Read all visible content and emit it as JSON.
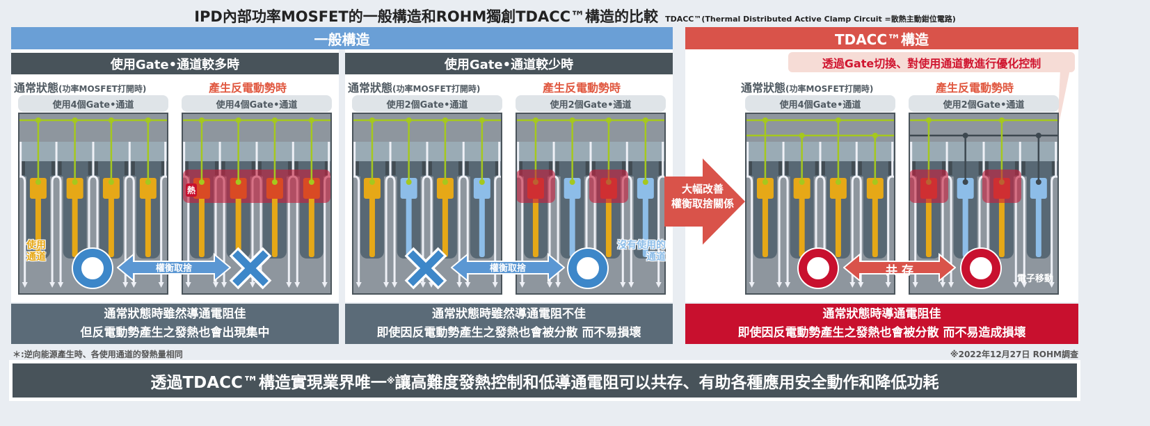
{
  "title": {
    "main": "IPD內部功率MOSFET的一般構造和ROHM獨創TDACC™構造的比較",
    "sub": "TDACC™(Thermal Distributed Active Clamp Circuit =散熱主動鉗位電路)"
  },
  "headers": {
    "general": "一般構造",
    "tdacc": "TDACC™構造"
  },
  "columns": [
    {
      "heading": "使用Gate•通道較多時",
      "result": [
        "通常狀態時雖然導通電阻佳",
        "但反電動勢產生之發熱也會出現集中"
      ],
      "tradeoff": "權衡取捨"
    },
    {
      "heading": "使用Gate•通道較少時",
      "result": [
        "通常狀態時雖然導通電阻不佳",
        "即使因反電動勢產生之發熱也會被分散 而不易損壞"
      ],
      "tradeoff": "權衡取捨"
    },
    {
      "callout": "透過Gate切換、對使用通道數進行優化控制",
      "result": [
        "通常狀態時導通電阻佳",
        "即使因反電動勢產生之發熱也會被分散  而不易造成損壞"
      ],
      "coexist": "共 存"
    }
  ],
  "labels": {
    "normal": "通常狀態",
    "normal_sub": "(功率MOSFET打開時)",
    "backemf": "產生反電動勢時",
    "heat": "熱",
    "used_channel": [
      "使用",
      "通道"
    ],
    "unused_channel": [
      "沒有使用的",
      "通道"
    ],
    "electron": "電子移動",
    "big_arrow": [
      "大幅改善",
      "權衡取捨關係"
    ]
  },
  "panels": [
    {
      "pill": "使用4個Gate•通道",
      "heat": "none",
      "gates": [
        "on",
        "on",
        "on",
        "on"
      ],
      "bus2": [],
      "result": "good"
    },
    {
      "pill": "使用4個Gate•通道",
      "heat": "all",
      "gates": [
        "heat",
        "heat",
        "heat",
        "heat"
      ],
      "bus2": [],
      "result": "bad"
    },
    {
      "pill": "使用2個Gate•通道",
      "heat": "none",
      "gates": [
        "on",
        "off",
        "on",
        "off"
      ],
      "bus2": [],
      "result": "bad"
    },
    {
      "pill": "使用2個Gate•通道",
      "heat": "gates",
      "gates": [
        "heat",
        "off",
        "heat",
        "off"
      ],
      "bus2": [],
      "result": "good"
    },
    {
      "pill": "使用4個Gate•通道",
      "heat": "none",
      "gates": [
        "on",
        "on",
        "on",
        "on"
      ],
      "bus2": [
        1,
        3
      ],
      "bus2_color": "#a5c81e",
      "result": "good"
    },
    {
      "pill": "使用2個Gate•通道",
      "heat": "gates",
      "gates": [
        "heat",
        "off",
        "heat",
        "off"
      ],
      "bus2": [
        1,
        3
      ],
      "bus2_color": "#3d4850",
      "result": "good"
    }
  ],
  "footnote": "＊:逆向能源產生時、各使用通道的發熱量相同",
  "source": "※2022年12月27日  ROHM調查",
  "banner": {
    "before": "透過TDACC™構造實現業界唯一",
    "mark": "※",
    "after": "讓高難度發熱控制和低導通電阻可以共存、有助各種應用安全動作和降低功耗"
  },
  "colors": {
    "blue": "#6a9fd6",
    "red": "#d9534a",
    "crimson": "#c8102e",
    "dark": "#48535a",
    "gate_on": "#e6a817",
    "gate_heat": "#d94a24",
    "gate_off": "#8dbde8",
    "bus": "#a5c81e",
    "symbol_blue": "#3d87c9"
  }
}
